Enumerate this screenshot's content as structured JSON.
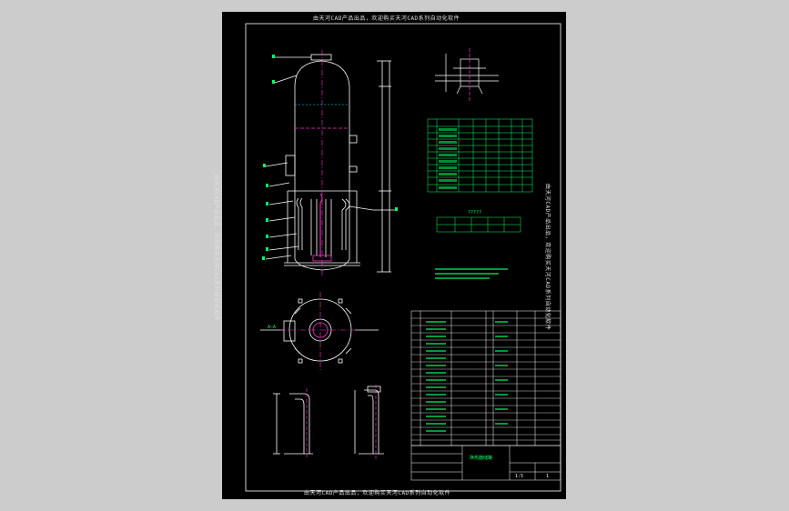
{
  "watermark": {
    "top": "由天河CAD产品出品，欢迎购买天河CAD系列自动化软件",
    "bottom": "由天河CAD产品出品，欢迎购买天河CAD系列自动化软件",
    "left": "由天河CAD产品出品，欢迎购买天河CAD系列自动化软件",
    "right": "由天河CAD产品出品，欢迎购买天河CAD系列自动化软件"
  },
  "section_mark": "A—A",
  "note_title": "?????",
  "title_block": {
    "drawing_name": "换热器储罐",
    "scale": "1:5",
    "sheet": "1"
  },
  "colors": {
    "background": "#cccccc",
    "sheet": "#000000",
    "line": "#ffffff",
    "green": "#00ff66",
    "cyan": "#00e5ff",
    "magenta": "#ff33cc",
    "red": "#ff4040"
  }
}
